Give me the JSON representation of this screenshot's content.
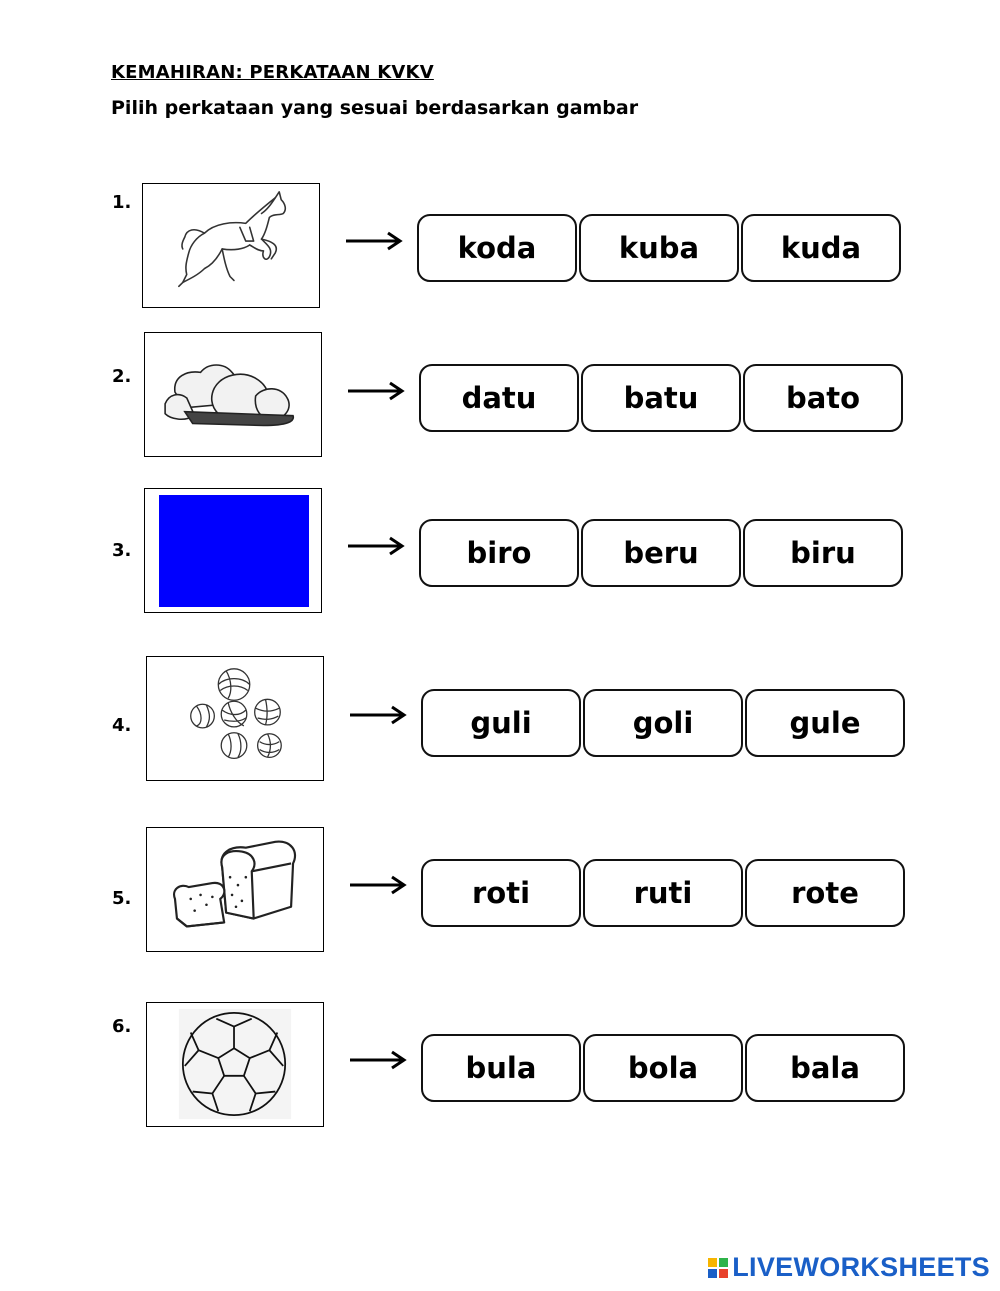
{
  "header": {
    "title": "KEMAHIRAN: PERKATAAN KVKV",
    "instruction": "Pilih perkataan yang sesuai berdasarkan gambar"
  },
  "questions": [
    {
      "number": "1.",
      "picture": "horse-icon",
      "options": [
        "koda",
        "kuba",
        "kuda"
      ]
    },
    {
      "number": "2.",
      "picture": "stones-icon",
      "options": [
        "datu",
        "batu",
        "bato"
      ]
    },
    {
      "number": "3.",
      "picture": "blue-square",
      "picture_color": "#0000ff",
      "options": [
        "biro",
        "beru",
        "biru"
      ]
    },
    {
      "number": "4.",
      "picture": "marbles-icon",
      "options": [
        "guli",
        "goli",
        "gule"
      ]
    },
    {
      "number": "5.",
      "picture": "bread-icon",
      "options": [
        "roti",
        "ruti",
        "rote"
      ]
    },
    {
      "number": "6.",
      "picture": "ball-icon",
      "options": [
        "bula",
        "bola",
        "bala"
      ]
    }
  ],
  "footer": {
    "brand": "LIVEWORKSHEETS",
    "brand_color": "#1a5fc7",
    "logo_colors": [
      "#f7b500",
      "#2fb34a",
      "#1a5fc7",
      "#e8412c"
    ]
  }
}
